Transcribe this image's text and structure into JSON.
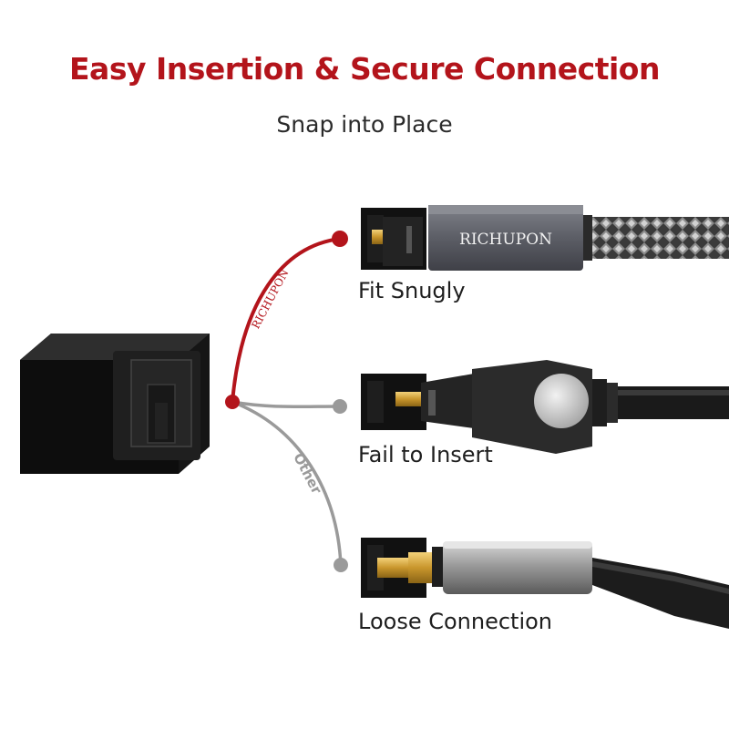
{
  "title": "Easy Insertion & Secure Connection",
  "subtitle": "Snap into Place",
  "branches": {
    "good_tag": "RICHUPON",
    "bad_tag": "Other"
  },
  "cases": [
    {
      "label": "Fit Snugly",
      "brand": "RICHUPON"
    },
    {
      "label": "Fail to Insert"
    },
    {
      "label": "Loose Connection"
    }
  ],
  "colors": {
    "accent": "#b3141b",
    "muted": "#9a9a9a"
  },
  "icons": [
    "optical-port-icon",
    "braided-toslink-plug-icon",
    "right-angle-plug-icon",
    "loose-plug-icon"
  ]
}
